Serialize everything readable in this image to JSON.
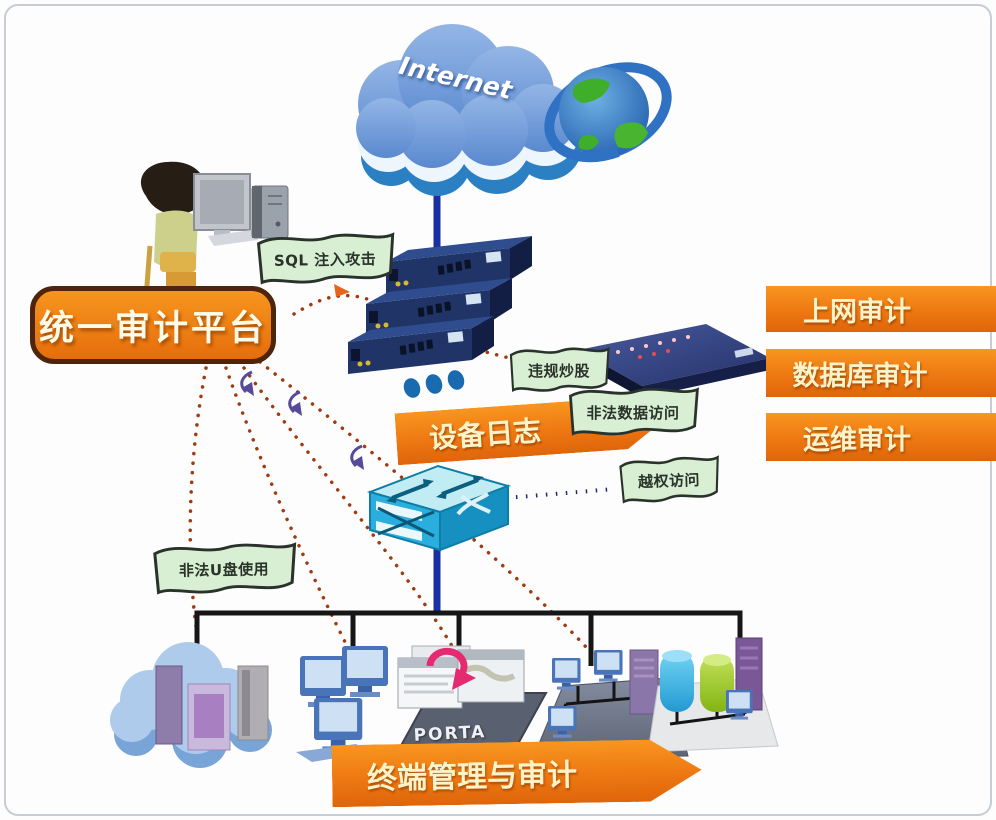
{
  "diagram": {
    "internet_label": "Internet",
    "platform_banner": {
      "label": "统一审计平台"
    },
    "device_log_banner": {
      "label": "设备日志"
    },
    "terminal_banner": {
      "label": "终端管理与审计"
    },
    "audit_banners": [
      {
        "label": "上网审计"
      },
      {
        "label": "数据库审计"
      },
      {
        "label": "运维审计"
      }
    ],
    "threat_flags": [
      {
        "label": "SQL 注入攻击"
      },
      {
        "label": "违规炒股"
      },
      {
        "label": "非法数据访问"
      },
      {
        "label": "越权访问"
      },
      {
        "label": "非法U盘使用"
      }
    ],
    "portal_platform_label": "PORTA",
    "colors": {
      "banner_orange": "#ee7812",
      "banner_text": "#fdf3c9",
      "flag_green": "#d9efd3",
      "audit_line_red": "#a03a10",
      "link_blue": "#1a2fa4",
      "bus_black": "#161616"
    }
  }
}
